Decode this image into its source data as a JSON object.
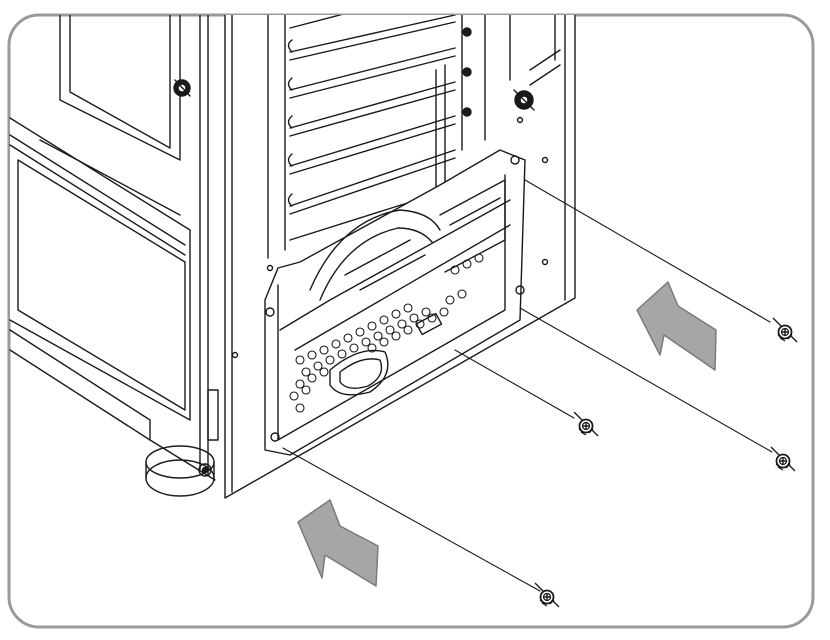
{
  "figure": {
    "subject": "computer-case-rear-psu-bracket-installation",
    "screw_count": 4,
    "arrow_count": 2,
    "colors": {
      "frame": "#9a9a9a",
      "line": "#1a1a1a",
      "arrow_fill": "#a6a6a6",
      "arrow_stroke": "#7a7a7a",
      "background": "#ffffff"
    }
  }
}
